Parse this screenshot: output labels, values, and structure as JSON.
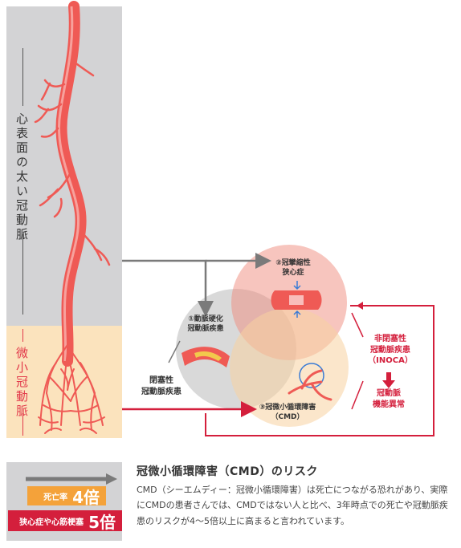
{
  "labels": {
    "large_vessels": "心表面の太い冠動脈",
    "micro_vessels": "微小冠動脈"
  },
  "diagram": {
    "circle1": "①動脈硬化\n冠動脈疾患",
    "circle2": "②冠攣縮性\n狭心症",
    "circle3": "③冠微小循環障害\n（CMD）",
    "obstructive": "閉塞性\n冠動脈疾患",
    "inoca": "非閉塞性\n冠動脈疾患\n（INOCA）",
    "dysfunction": "冠動脈\n機能異常"
  },
  "risk": {
    "death_label": "死亡率",
    "death_value": "4倍",
    "angina_label": "狭心症や心筋梗塞",
    "angina_value": "5倍"
  },
  "text": {
    "title": "冠微小循環障害（CMD）のリスク",
    "body": "CMD（シーエムディー：冠微小循環障害）は死亡につながる恐れがあり、実際にCMDの患者さんでは、CMDではない人と比べ、3年時点での死亡や冠動脈疾患のリスクが4〜5倍以上に高まると言われています。"
  },
  "colors": {
    "vessel": "#ef5a55",
    "accent_red": "#d41f3c",
    "panel_gray": "#d3d3d5",
    "panel_peach": "#fbe3bd",
    "death_box": "#f4a23a",
    "angina_box": "#d41f3c"
  }
}
